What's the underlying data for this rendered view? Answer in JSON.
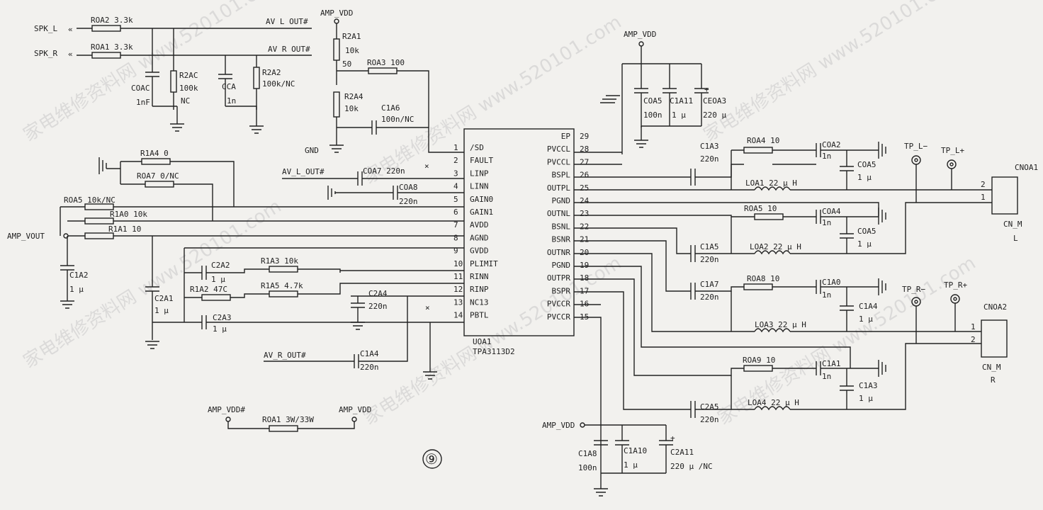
{
  "ports": {
    "spk_l": "SPK_L",
    "spk_r": "SPK_R",
    "amp_vout": "AMP_VOUT",
    "amp_vdd_top": "AMP_VDD",
    "amp_vdd_mid": "AMP_VDD",
    "amp_vdd_bot": "AMP_VDD",
    "amp_vdd_hash": "AMP_VDD#",
    "amp_vdd_r": "AMP_VDD",
    "gnd": "GND"
  },
  "nets": {
    "av_l_out": "AV L OUT#",
    "av_r_out": "AV R OUT#",
    "av_l_out_small": "AV_L_OUT#",
    "av_r_out_small": "AV_R_OUT#"
  },
  "components": {
    "r_oa2": "ROA2 3.3k",
    "r_oa1": "ROA1 3.3k",
    "c_oac": [
      "COAC",
      "1nF"
    ],
    "r_2ac": [
      "R2AC",
      "100k",
      "NC"
    ],
    "c_ca": [
      "CCA",
      "1n"
    ],
    "r_2a2": [
      "R2A2",
      "100k/NC"
    ],
    "r_2a1": [
      "R2A1",
      "10k"
    ],
    "r_2a1_val": "50",
    "r_oa3": "ROA3 100",
    "r_2a4": [
      "R2A4",
      "10k"
    ],
    "c_1ax": [
      "C1A6",
      "100n/NC"
    ],
    "r_1a4": "R1A4 0",
    "r_oa7": "ROA7 0/NC",
    "r_oa5": "ROA5 10k/NC",
    "r_1a0": "R1A0 10k",
    "r_1a1": "R1A1 10",
    "c_1a2": [
      "C1A2",
      "1 μ"
    ],
    "c_oa7": "COA7 220n",
    "c_oa8": [
      "COA8",
      "220n"
    ],
    "c_2a1": [
      "C2A1",
      "1 μ"
    ],
    "c_2a2": [
      "C2A2",
      "1 μ"
    ],
    "r_1a3": "R1A3 10k",
    "r_1a2": "R1A2 47C",
    "r_1a5": "R1A5 4.7k",
    "c_2a4": [
      "C2A4",
      "220n"
    ],
    "c_2a3": [
      "C2A3",
      "1 μ"
    ],
    "c_1a4_in": [
      "C1A4",
      "220n"
    ],
    "r_oa1_bot": "ROA1 3W/33W",
    "c_oa5_top": [
      "COA5",
      "100n"
    ],
    "c_1a11": [
      "C1A11",
      "1 μ"
    ],
    "ce_oa3": [
      "CEOA3",
      "220 μ"
    ],
    "c_1a3": [
      "C1A3",
      "220n"
    ],
    "r_oa4": "ROA4 10",
    "c_oa2": [
      "COA2",
      "1n"
    ],
    "c_oa5a": [
      "COA5",
      "1 μ"
    ],
    "l_oa1": "LOA1 22 μ H",
    "r_oa5b": "ROA5 10",
    "c_oa4": [
      "COA4",
      "1n"
    ],
    "c_oa5b": [
      "COA5",
      "1 μ"
    ],
    "c_1a5": [
      "C1A5",
      "220n"
    ],
    "l_oa2": "LOA2 22 μ H",
    "c_1a7": [
      "C1A7",
      "220n"
    ],
    "r_oa8": "ROA8 10",
    "c_1a0": [
      "C1A0",
      "1n"
    ],
    "c_1a4": [
      "C1A4",
      "1 μ"
    ],
    "l_oa3": "LOA3 22 μ H",
    "r_oa9": "ROA9 10",
    "c_1a1": [
      "C1A1",
      "1n"
    ],
    "c_1a3b": [
      "C1A3",
      "1 μ"
    ],
    "c_2a5": [
      "C2A5",
      "220n"
    ],
    "l_oa4": "LOA4 22 μ H",
    "c_1a8": [
      "C1A8",
      "100n"
    ],
    "c_1a10": [
      "C1A10",
      "1 μ"
    ],
    "c_2a11": [
      "C2A11",
      "220 μ /NC"
    ]
  },
  "chip": {
    "ref": "UOA1",
    "part": "TPA3113D2",
    "left_pins": [
      {
        "num": "1",
        "name": "/SD"
      },
      {
        "num": "2",
        "name": "FAULT"
      },
      {
        "num": "3",
        "name": "LINP"
      },
      {
        "num": "4",
        "name": "LINN"
      },
      {
        "num": "5",
        "name": "GAIN0"
      },
      {
        "num": "6",
        "name": "GAIN1"
      },
      {
        "num": "7",
        "name": "AVDD"
      },
      {
        "num": "8",
        "name": "AGND"
      },
      {
        "num": "9",
        "name": "GVDD"
      },
      {
        "num": "10",
        "name": "PLIMIT"
      },
      {
        "num": "11",
        "name": "RINN"
      },
      {
        "num": "12",
        "name": "RINP"
      },
      {
        "num": "13",
        "name": "NC13"
      },
      {
        "num": "14",
        "name": "PBTL"
      }
    ],
    "right_pins": [
      {
        "num": "29",
        "name": "EP"
      },
      {
        "num": "28",
        "name": "PVCCL"
      },
      {
        "num": "27",
        "name": "PVCCL"
      },
      {
        "num": "26",
        "name": "BSPL"
      },
      {
        "num": "25",
        "name": "OUTPL"
      },
      {
        "num": "24",
        "name": "PGND"
      },
      {
        "num": "23",
        "name": "OUTNL"
      },
      {
        "num": "22",
        "name": "BSNL"
      },
      {
        "num": "21",
        "name": "BSNR"
      },
      {
        "num": "20",
        "name": "OUTNR"
      },
      {
        "num": "19",
        "name": "PGND"
      },
      {
        "num": "18",
        "name": "OUTPR"
      },
      {
        "num": "17",
        "name": "BSPR"
      },
      {
        "num": "16",
        "name": "PVCCR"
      },
      {
        "num": "15",
        "name": "PVCCR"
      }
    ]
  },
  "connectors": {
    "cnoa1": {
      "ref": "CNOA1",
      "type": "CN_M",
      "side": "L",
      "pin_a": "2",
      "pin_b": "1"
    },
    "cnoa2": {
      "ref": "CNOA2",
      "type": "CN_M",
      "side": "R",
      "pin_a": "1",
      "pin_b": "2"
    }
  },
  "test_points": {
    "tp_l_minus": "TP_L−",
    "tp_l_plus": "TP_L+",
    "tp_r_minus": "TP_R−",
    "tp_r_plus": "TP_R+"
  },
  "figure_number": "⑨",
  "watermark": "家电维修资料网 www.520101.com",
  "colors": {
    "ink": "#222222",
    "paper": "#f2f1ee"
  }
}
